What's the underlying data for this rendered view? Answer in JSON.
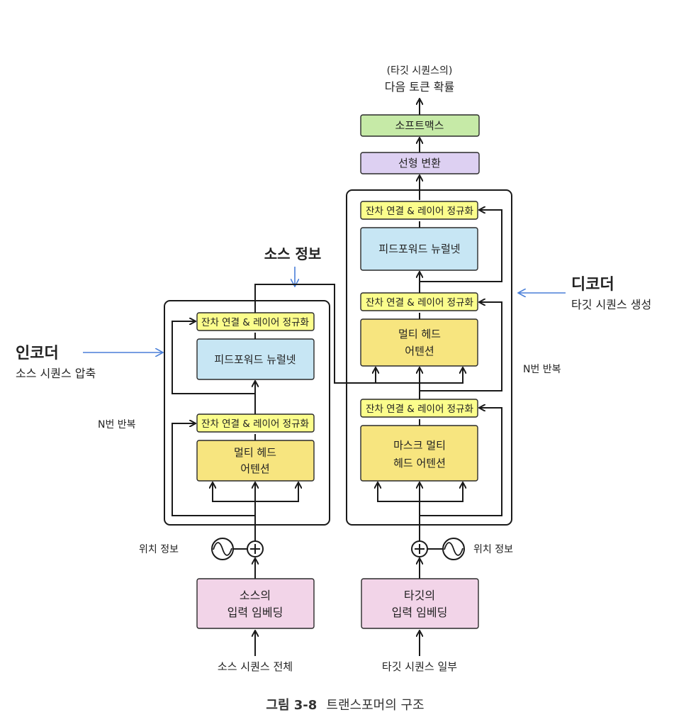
{
  "colors": {
    "residual_norm": "#fbfd8c",
    "feedforward": "#c7e6f4",
    "attention": "#f7e57f",
    "embedding": "#f2d4e8",
    "linear": "#ddd0f2",
    "softmax": "#c6eaa7",
    "pointer_arrow": "#4a7fd8",
    "line": "#1a1a1a"
  },
  "output": {
    "line1": "(타깃 시퀀스의)",
    "line2": "다음 토큰 확률"
  },
  "softmax_label": "소프트맥스",
  "linear_label": "선형 변환",
  "source_info_label": "소스 정보",
  "encoder": {
    "title": "인코더",
    "subtitle": "소스 시퀀스 압축",
    "repeat_label": "N번 반복",
    "addnorm_top": "잔차 연결 & 레이어 정규화",
    "feedforward": "피드포워드 뉴럴넷",
    "addnorm_bottom": "잔차 연결 & 레이어 정규화",
    "attention_line1": "멀티 헤드",
    "attention_line2": "어텐션",
    "pos_label": "위치 정보",
    "embed_line1": "소스의",
    "embed_line2": "입력 임베딩",
    "input_label": "소스 시퀀스 전체"
  },
  "decoder": {
    "title": "디코더",
    "subtitle": "타깃 시퀀스 생성",
    "repeat_label": "N번 반복",
    "addnorm_top": "잔차 연결 & 레이어 정규화",
    "feedforward": "피드포워드 뉴럴넷",
    "addnorm_mid": "잔차 연결 & 레이어 정규화",
    "cross_attention_line1": "멀티 헤드",
    "cross_attention_line2": "어텐션",
    "addnorm_bottom": "잔차 연결 & 레이어 정규화",
    "masked_attention_line1": "마스크 멀티",
    "masked_attention_line2": "헤드 어텐션",
    "pos_label": "위치 정보",
    "embed_line1": "타깃의",
    "embed_line2": "입력 임베딩",
    "input_label": "타깃 시퀀스 일부"
  },
  "caption": {
    "number": "그림 3-8",
    "text": "트랜스포머의 구조"
  }
}
